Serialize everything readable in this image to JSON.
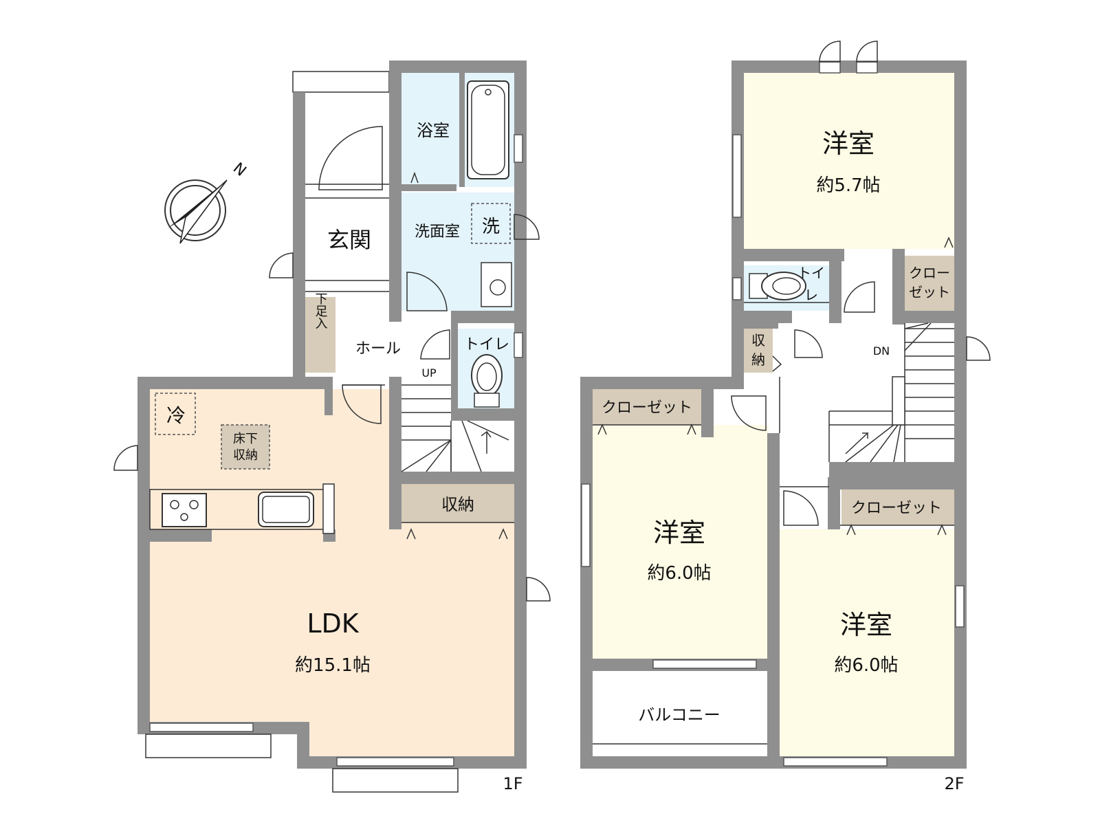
{
  "floors": {
    "first": {
      "label": "1F",
      "rooms": {
        "bath": "浴室",
        "washroom": "洗面室",
        "washer": "洗",
        "entrance": "玄関",
        "shoe_storage": "下足入",
        "hall": "ホール",
        "stairs_up": "UP",
        "toilet": "トイレ",
        "fridge": "冷",
        "underfloor_line1": "床下",
        "underfloor_line2": "収納",
        "storage": "収納",
        "ldk": "LDK",
        "ldk_size": "約15.1帖"
      }
    },
    "second": {
      "label": "2F",
      "rooms": {
        "bedroom_top": "洋室",
        "bedroom_top_size": "約5.7帖",
        "closet_small_line1": "クロー",
        "closet_small_line2": "ゼット",
        "toilet_line1": "トイ",
        "toilet_line2": "レ",
        "storage_line1": "収",
        "storage_line2": "納",
        "stairs_down": "DN",
        "closet_left": "クローゼット",
        "bedroom_left": "洋室",
        "bedroom_left_size": "約6.0帖",
        "closet_right": "クローゼット",
        "bedroom_right": "洋室",
        "bedroom_right_size": "約6.0帖",
        "balcony": "バルコニー"
      }
    }
  },
  "compass": {
    "label": "N"
  },
  "colors": {
    "ldk": "#fdebd6",
    "wet": "#e3f4fb",
    "bedroom": "#fefbe6",
    "storage": "#d7ccb9",
    "wall": "#8f8f8f"
  }
}
